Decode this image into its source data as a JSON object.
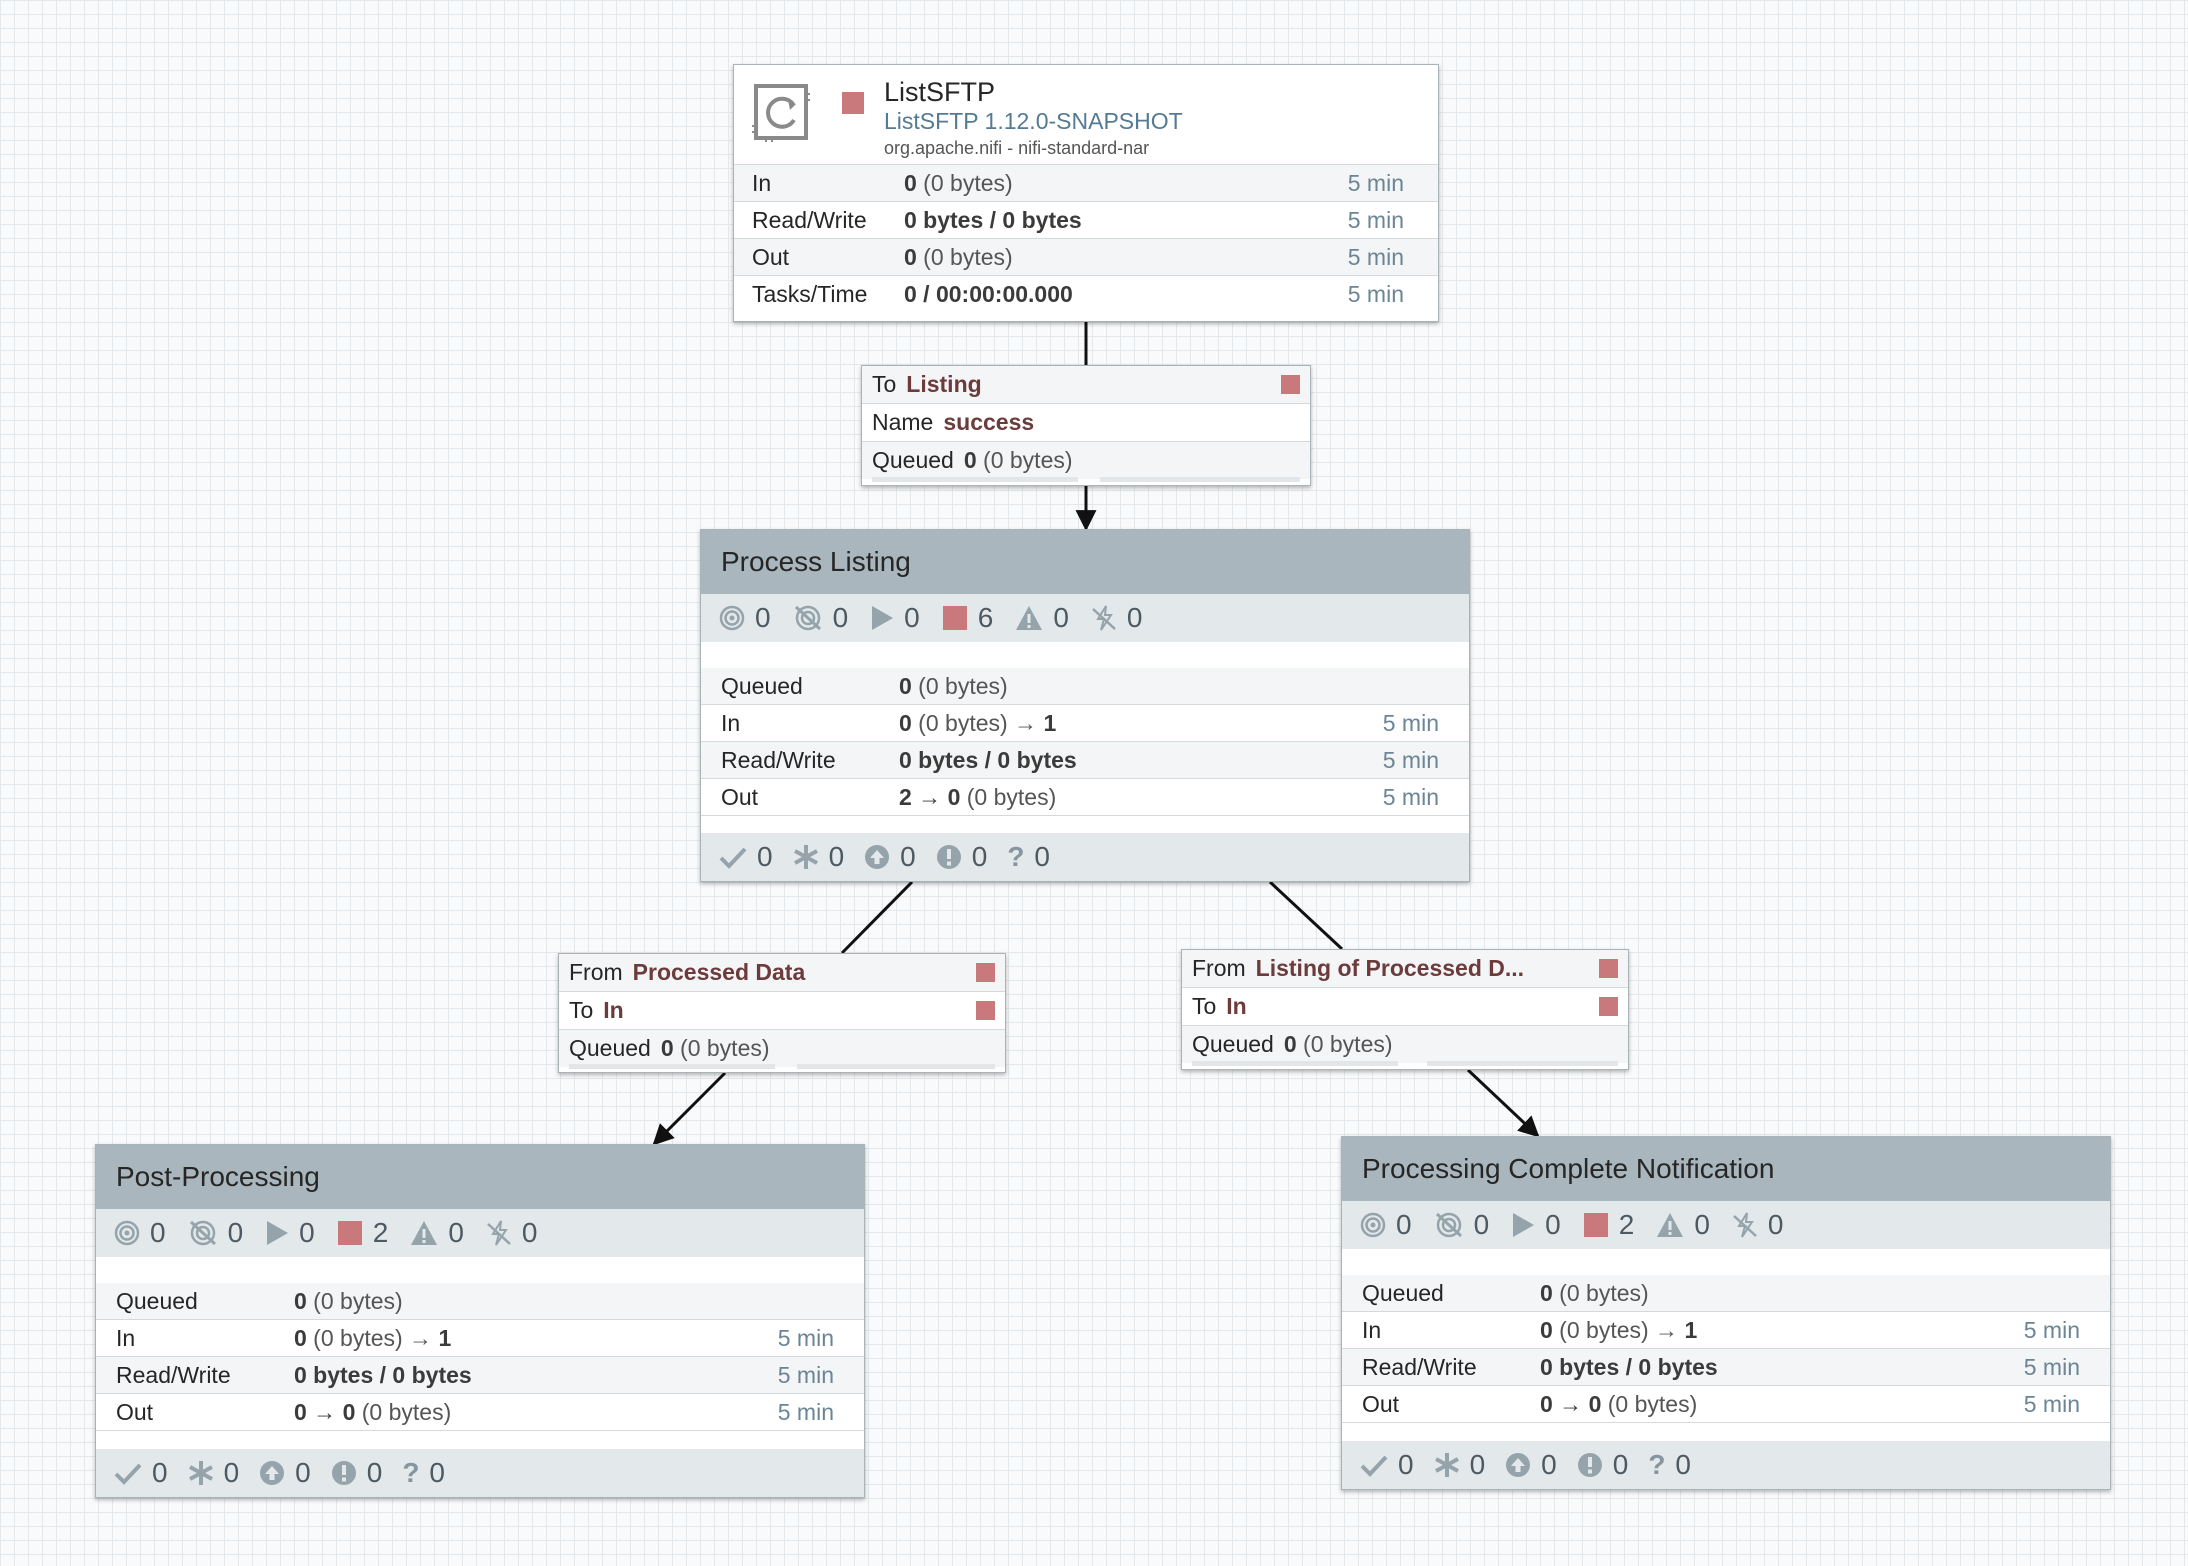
{
  "processor": {
    "name": "ListSFTP",
    "type": "ListSFTP 1.12.0-SNAPSHOT",
    "bundle": "org.apache.nifi - nifi-standard-nar",
    "stats": [
      {
        "label": "In",
        "bold": "0",
        "rest": " (0 bytes)",
        "time": "5 min"
      },
      {
        "label": "Read/Write",
        "bold": "0 bytes / 0 bytes",
        "rest": "",
        "time": "5 min"
      },
      {
        "label": "Out",
        "bold": "0",
        "rest": " (0 bytes)",
        "time": "5 min"
      },
      {
        "label": "Tasks/Time",
        "bold": "0 / 00:00:00.000",
        "rest": "",
        "time": "5 min"
      }
    ]
  },
  "conn_top": {
    "to_key": "To",
    "to_val": "Listing",
    "name_key": "Name",
    "name_val": "success",
    "queued_key": "Queued",
    "queued_bold": "0",
    "queued_rest": " (0 bytes)"
  },
  "conn_left": {
    "from_key": "From",
    "from_val": "Processed Data",
    "to_key": "To",
    "to_val": "In",
    "queued_key": "Queued",
    "queued_bold": "0",
    "queued_rest": " (0 bytes)"
  },
  "conn_right": {
    "from_key": "From",
    "from_val": "Listing of Processed D...",
    "to_key": "To",
    "to_val": "In",
    "queued_key": "Queued",
    "queued_bold": "0",
    "queued_rest": " (0 bytes)"
  },
  "groups": {
    "main": {
      "title": "Process Listing",
      "counts": {
        "transmitting": "0",
        "not_transmitting": "0",
        "running": "0",
        "stopped": "6",
        "invalid": "0",
        "disabled": "0"
      },
      "queued": {
        "label": "Queued",
        "bold": "0",
        "rest": " (0 bytes)"
      },
      "in": {
        "label": "In",
        "bold": "0",
        "mid": " (0 bytes) → ",
        "bold2": "1",
        "time": "5 min"
      },
      "rw": {
        "label": "Read/Write",
        "bold": "0 bytes / 0 bytes",
        "time": "5 min"
      },
      "out": {
        "label": "Out",
        "bold": "2 → 0",
        "rest": " (0 bytes)",
        "time": "5 min"
      },
      "footer": {
        "up_to_date": "0",
        "locally_modified": "0",
        "stale": "0",
        "sync_failure": "0",
        "unknown": "0"
      }
    },
    "post": {
      "title": "Post-Processing",
      "counts": {
        "transmitting": "0",
        "not_transmitting": "0",
        "running": "0",
        "stopped": "2",
        "invalid": "0",
        "disabled": "0"
      },
      "queued": {
        "label": "Queued",
        "bold": "0",
        "rest": " (0 bytes)"
      },
      "in": {
        "label": "In",
        "bold": "0",
        "mid": " (0 bytes) → ",
        "bold2": "1",
        "time": "5 min"
      },
      "rw": {
        "label": "Read/Write",
        "bold": "0 bytes / 0 bytes",
        "time": "5 min"
      },
      "out": {
        "label": "Out",
        "bold": "0 → 0",
        "rest": " (0 bytes)",
        "time": "5 min"
      },
      "footer": {
        "up_to_date": "0",
        "locally_modified": "0",
        "stale": "0",
        "sync_failure": "0",
        "unknown": "0"
      }
    },
    "notify": {
      "title": "Processing Complete Notification",
      "counts": {
        "transmitting": "0",
        "not_transmitting": "0",
        "running": "0",
        "stopped": "2",
        "invalid": "0",
        "disabled": "0"
      },
      "queued": {
        "label": "Queued",
        "bold": "0",
        "rest": " (0 bytes)"
      },
      "in": {
        "label": "In",
        "bold": "0",
        "mid": " (0 bytes) → ",
        "bold2": "1",
        "time": "5 min"
      },
      "rw": {
        "label": "Read/Write",
        "bold": "0 bytes / 0 bytes",
        "time": "5 min"
      },
      "out": {
        "label": "Out",
        "bold": "0 → 0",
        "rest": " (0 bytes)",
        "time": "5 min"
      },
      "footer": {
        "up_to_date": "0",
        "locally_modified": "0",
        "stale": "0",
        "sync_failure": "0",
        "unknown": "0"
      }
    }
  },
  "colors": {
    "stopped": "#c9787c",
    "header": "#aab6bd",
    "accent": "#547a94"
  }
}
